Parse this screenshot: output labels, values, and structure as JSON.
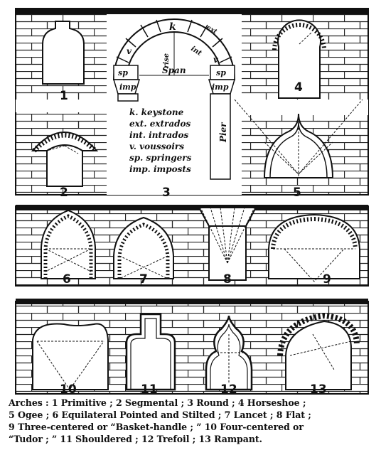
{
  "figure": {
    "labels": [
      "1",
      "2",
      "3",
      "4",
      "5",
      "6",
      "7",
      "8",
      "9",
      "10",
      "11",
      "12",
      "13"
    ],
    "parts": {
      "keystone": "k",
      "extrados": "ext",
      "intrados": "int",
      "voussoir_left": "v",
      "voussoir_right": "v",
      "springer_left": "sp",
      "springer_right": "sp",
      "impost_left": "imp",
      "impost_right": "imp",
      "span": "Span",
      "rise": "rise",
      "pier": "Pier"
    },
    "legend": [
      "k. keystone",
      "ext. extrados",
      "int. intrados",
      "v. voussoirs",
      "sp. springers",
      "imp. imposts"
    ]
  },
  "caption": {
    "lines": [
      "Arches : 1  Primitive ;  2  Segmental ;  3  Round ;  4  Horseshoe ;",
      "5  Ogee ;  6  Equilateral Pointed and Stilted ;  7  Lancet ;  8  Flat ;",
      "9  Three-centered  or  “Basket-handle ; ”  10  Four-centered  or",
      "“Tudor ; ”  11  Shouldered ;  12  Trefoil ;  13  Rampant."
    ]
  }
}
